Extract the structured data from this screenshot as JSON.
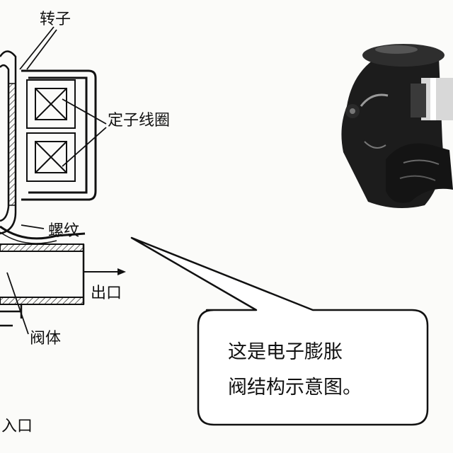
{
  "labels": {
    "rotor": "转子",
    "stator_coil": "定子线圈",
    "thread": "螺纹",
    "outlet": "出口",
    "valve_body": "阀体",
    "inlet": "入口"
  },
  "callout": {
    "line1": "这是电子膨胀",
    "line2": "阀结构示意图。"
  }
}
